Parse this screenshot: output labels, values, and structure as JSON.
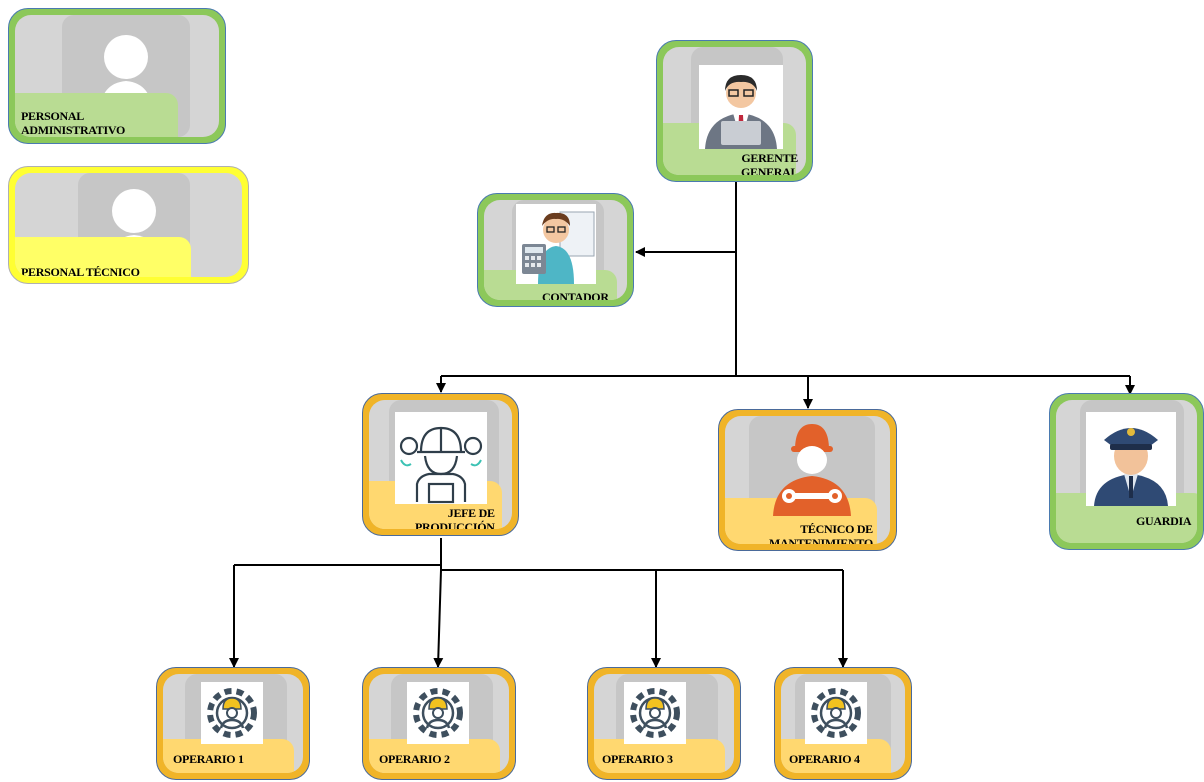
{
  "legend": {
    "admin": "PERSONAL ADMINISTRATIVO",
    "admin_line1": "PERSONAL",
    "admin_line2": "ADMINISTRATIVO",
    "tech": "PERSONAL TÉCNICO"
  },
  "nodes": {
    "gerente": {
      "line1": "GERENTE",
      "line2": "GENERAL",
      "icon": "manager-icon"
    },
    "contador": {
      "label": "CONTADOR",
      "icon": "accountant-icon"
    },
    "jefe": {
      "line1": "JEFE DE",
      "line2": "PRODUCCIÓN",
      "icon": "engineer-icon"
    },
    "tecnico": {
      "line1": "TÉCNICO DE",
      "line2": "MANTENIMIENTO",
      "icon": "mechanic-icon"
    },
    "guardia": {
      "label": "GUARDIA",
      "icon": "guard-icon"
    },
    "operarios": [
      {
        "label": "OPERARIO 1",
        "icon": "worker-gear-icon"
      },
      {
        "label": "OPERARIO 2",
        "icon": "worker-gear-icon"
      },
      {
        "label": "OPERARIO 3",
        "icon": "worker-gear-icon"
      },
      {
        "label": "OPERARIO 4",
        "icon": "worker-gear-icon"
      }
    ]
  },
  "colors": {
    "admin_border": "#8cc85a",
    "tech_legend_border": "#ffff33",
    "tech_border": "#f0b428"
  }
}
